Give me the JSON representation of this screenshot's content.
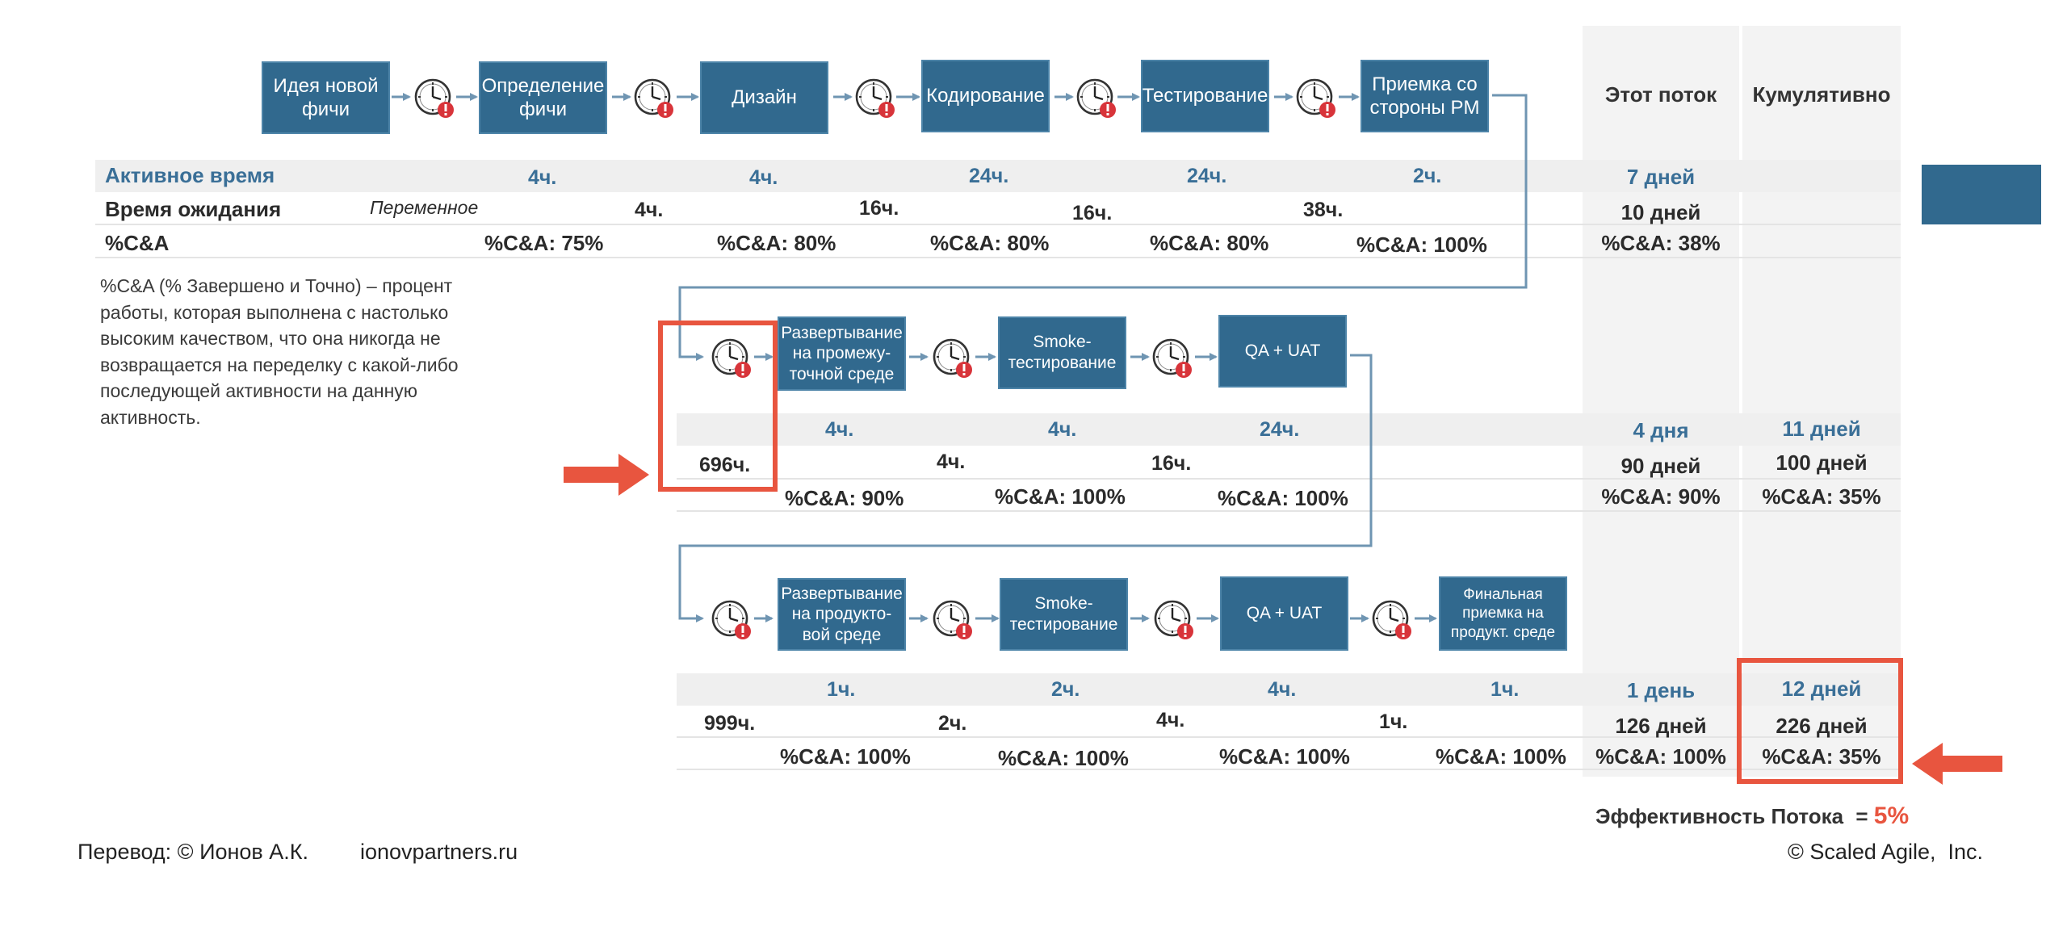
{
  "headers": {
    "this_stream": "Этот поток",
    "cumulative": "Кумулятивно"
  },
  "row_labels": {
    "active_time": "Активное время",
    "wait_time": "Время ожидания",
    "ca": "%C&A"
  },
  "stage1": {
    "steps": [
      "Идея новой\nфичи",
      "Определение\nфичи",
      "Дизайн",
      "Кодирование",
      "Тестирование",
      "Приемка со\nстороны PM"
    ],
    "variable_wait": "Переменное",
    "active": [
      "4ч.",
      "4ч.",
      "24ч.",
      "24ч.",
      "2ч."
    ],
    "wait": [
      "4ч.",
      "16ч.",
      "16ч.",
      "38ч."
    ],
    "ca": [
      "%C&A: 75%",
      "%C&A: 80%",
      "%C&A: 80%",
      "%C&A: 80%",
      "%C&A: 100%"
    ],
    "this_active": "7 дней",
    "this_wait": "10 дней",
    "this_ca": "%C&A: 38%"
  },
  "stage2": {
    "steps": [
      "Развертывание\nна промежу-\nточной среде",
      "Smoke-\nтестирование",
      "QA + UAT"
    ],
    "active": [
      "4ч.",
      "4ч.",
      "24ч."
    ],
    "wait": [
      "696ч.",
      "4ч.",
      "16ч."
    ],
    "ca": [
      "%C&A: 90%",
      "%C&A: 100%",
      "%C&A: 100%"
    ],
    "this_active": "4 дня",
    "this_wait": "90 дней",
    "this_ca": "%C&A: 90%",
    "cum_active": "11 дней",
    "cum_wait": "100 дней",
    "cum_ca": "%C&A: 35%"
  },
  "stage3": {
    "steps": [
      "Развертывание\nна продукто-\nвой среде",
      "Smoke-\nтестирование",
      "QA + UAT",
      "Финальная\nприемка на\nпродукт. среде"
    ],
    "active": [
      "1ч.",
      "2ч.",
      "4ч.",
      "1ч."
    ],
    "wait": [
      "999ч.",
      "2ч.",
      "4ч.",
      "1ч."
    ],
    "ca": [
      "%C&A: 100%",
      "%C&A: 100%",
      "%C&A: 100%",
      "%C&A: 100%"
    ],
    "this_active": "1 день",
    "this_wait": "126 дней",
    "this_ca": "%C&A: 100%",
    "cum_active": "12 дней",
    "cum_wait": "226 дней",
    "cum_ca": "%C&A: 35%"
  },
  "definition": "%C&A (% Завершено и Точно) – процент работы, которая выполнена с настолько высоким качеством, что она никогда не возвращается на переделку с какой-либо последующей активности на данную активность.",
  "efficiency": {
    "label": "Эффективность Потока",
    "eq": "=",
    "value": "5%"
  },
  "footer": {
    "translation": "Перевод: © Ионов А.К.",
    "site": "ionovpartners.ru",
    "copyright": "© Scaled Agile,  Inc."
  },
  "colors": {
    "box": "#31698e",
    "active_text": "#3a6f97",
    "highlight": "#e8553f"
  }
}
